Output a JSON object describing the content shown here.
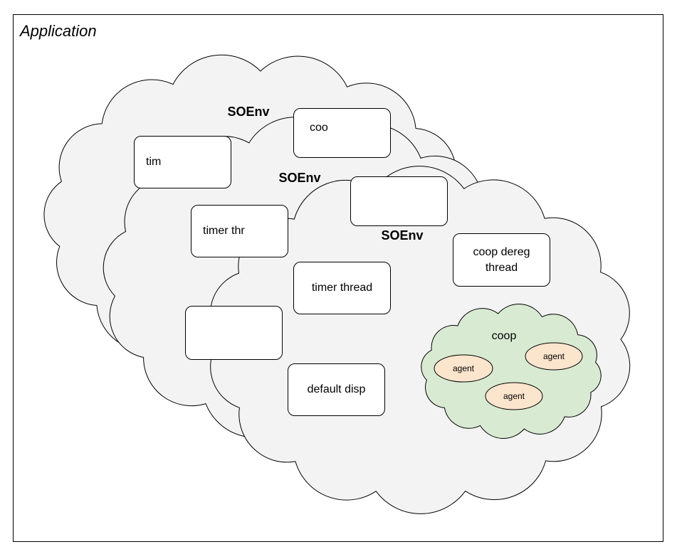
{
  "app": {
    "title": "Application"
  },
  "clouds": [
    {
      "label": "SOEnv",
      "timer_clipped": "tim",
      "coop_clipped": "coo"
    },
    {
      "label": "SOEnv",
      "timer_clipped": "timer thr"
    },
    {
      "label": "SOEnv",
      "timer": "timer thread",
      "coop_dereg_line1": "coop dereg",
      "coop_dereg_line2": "thread",
      "default_disp": "default disp",
      "coop": {
        "label": "coop",
        "agents": [
          "agent",
          "agent",
          "agent"
        ]
      }
    }
  ],
  "colors": {
    "cloud_fill": "#f3f3f3",
    "coop_fill": "#d9ead3",
    "agent_fill": "#fce5cd",
    "stroke": "#000000"
  }
}
